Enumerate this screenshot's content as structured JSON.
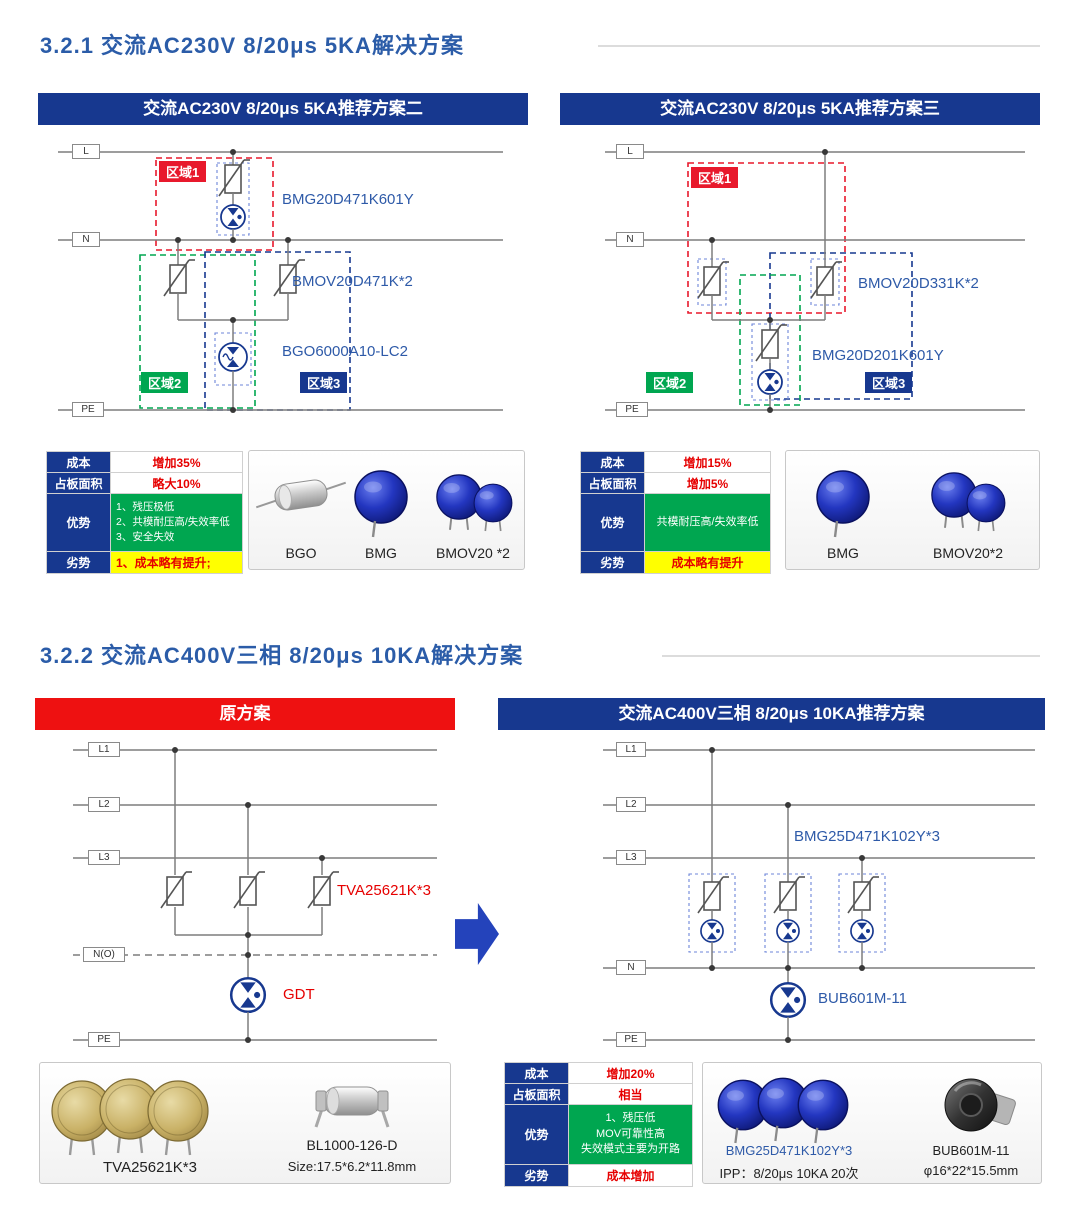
{
  "colors": {
    "header_blue": "#17388f",
    "header_red": "#ee1111",
    "title_blue": "#2b5ca8",
    "zone_red": "#e8192c",
    "zone_green": "#00a650",
    "zone_blue": "#17388f",
    "part_label_blue": "#2e5aa8",
    "value_red": "#e60000",
    "advantage_green": "#00a650",
    "disadvantage_yellow": "#ffff00",
    "arrow_blue": "#2443bb"
  },
  "section1": {
    "title": "3.2.1  交流AC230V   8/20μs  5KA解决方案"
  },
  "section2": {
    "title": "3.2.2  交流AC400V三相   8/20μs  10KA解决方案"
  },
  "panelA": {
    "header": "交流AC230V 8/20μs  5KA推荐方案二",
    "bus": {
      "l": "L",
      "n": "N",
      "pe": "PE"
    },
    "zones": {
      "z1": "区域1",
      "z2": "区域2",
      "z3": "区域3"
    },
    "parts": {
      "p1": "BMG20D471K601Y",
      "p2": "BMOV20D471K*2",
      "p3": "BGO6000A10-LC2"
    },
    "table": {
      "r1l": "成本",
      "r1v": "增加35%",
      "r2l": "占板面积",
      "r2v": "略大10%",
      "r3l": "优势",
      "r3v": "1、残压极低\n2、共模耐压高/失效率低\n3、安全失效",
      "r4l": "劣势",
      "r4v": "1、成本略有提升;"
    },
    "products": {
      "p1": "BGO",
      "p2": "BMG",
      "p3": "BMOV20 *2"
    }
  },
  "panelB": {
    "header": "交流AC230V 8/20μs  5KA推荐方案三",
    "bus": {
      "l": "L",
      "n": "N",
      "pe": "PE"
    },
    "zones": {
      "z1": "区域1",
      "z2": "区域2",
      "z3": "区域3"
    },
    "parts": {
      "p1": "BMOV20D331K*2",
      "p2": "BMG20D201K601Y"
    },
    "table": {
      "r1l": "成本",
      "r1v": "增加15%",
      "r2l": "占板面积",
      "r2v": "增加5%",
      "r3l": "优势",
      "r3v": "共模耐压高/失效率低",
      "r4l": "劣势",
      "r4v": "成本略有提升"
    },
    "products": {
      "p1": "BMG",
      "p2": "BMOV20*2"
    }
  },
  "panelC": {
    "header": "原方案",
    "bus": {
      "l1": "L1",
      "l2": "L2",
      "l3": "L3",
      "n": "N(O)",
      "pe": "PE"
    },
    "parts": {
      "p1": "TVA25621K*3",
      "p2": "GDT"
    },
    "products": {
      "p1": "TVA25621K*3",
      "p2_name": "BL1000-126-D",
      "p2_size": "Size:17.5*6.2*11.8mm"
    }
  },
  "panelD": {
    "header": "交流AC400V三相  8/20μs  10KA推荐方案",
    "bus": {
      "l1": "L1",
      "l2": "L2",
      "l3": "L3",
      "n": "N",
      "pe": "PE"
    },
    "parts": {
      "p1": "BMG25D471K102Y*3",
      "p2": "BUB601M-11"
    },
    "table": {
      "r1l": "成本",
      "r1v": "增加20%",
      "r2l": "占板面积",
      "r2v": "相当",
      "r3l": "优势",
      "r3v": "1、残压低\nMOV可靠性高\n失效模式主要为开路",
      "r4l": "劣势",
      "r4v": "成本增加"
    },
    "products": {
      "p1_name": "BMG25D471K102Y*3",
      "p1_spec": "IPP：8/20μs 10KA 20次",
      "p2_name": "BUB601M-11",
      "p2_size": "φ16*22*15.5mm"
    }
  }
}
